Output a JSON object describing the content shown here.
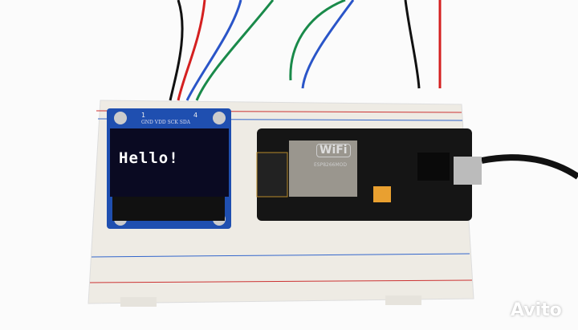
{
  "oled": {
    "display_text": "Hello!",
    "pin_labels": "GND VDD SCK SDA",
    "pin_first": "1",
    "pin_last": "4"
  },
  "module": {
    "wifi_logo": "WiFi",
    "model": "ESP8266MOD"
  },
  "watermark": "Avito",
  "colors": {
    "breadboard": "#efece6",
    "oled_pcb": "#1f4fb0",
    "screen": "#0a0a22",
    "nodemcu": "#151515",
    "wire_red": "#d42020",
    "wire_green": "#1a8a4a",
    "wire_blue": "#2a55c8",
    "wire_black": "#111111"
  }
}
